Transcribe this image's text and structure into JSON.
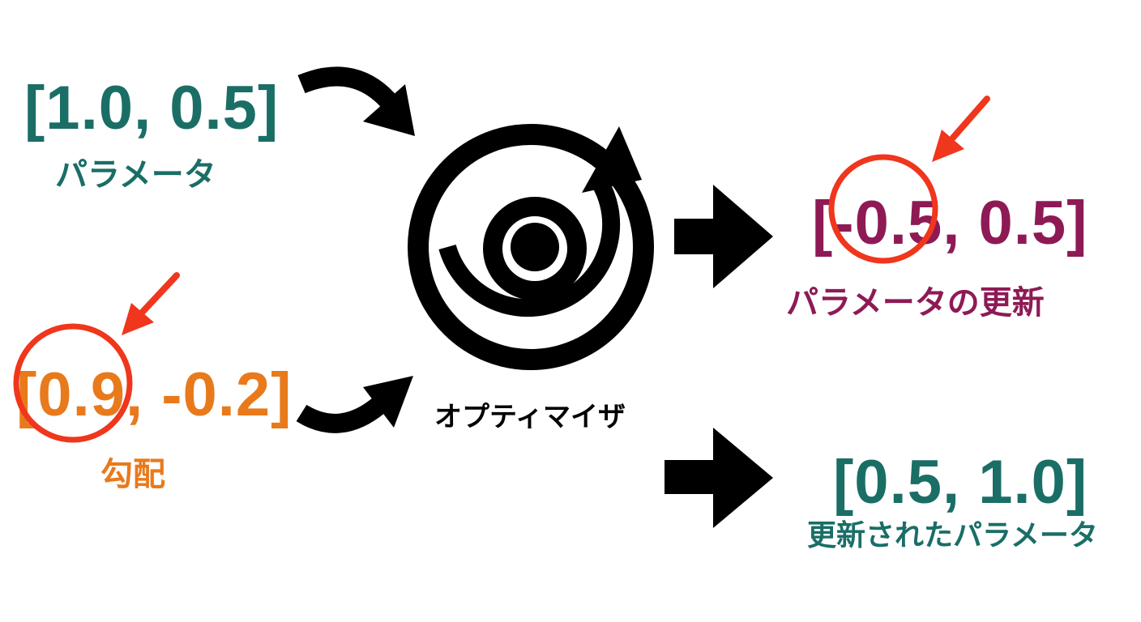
{
  "colors": {
    "teal": "#1a6e66",
    "orange": "#e87a1c",
    "magenta": "#8e1a55",
    "red": "#f0361c",
    "black": "#000000",
    "background": "#ffffff"
  },
  "parameters": {
    "vector": "[1.0, 0.5]",
    "caption": "パラメータ"
  },
  "gradient": {
    "vector": "[0.9, -0.2]",
    "caption": "勾配"
  },
  "optimizer": {
    "caption": "オプティマイザ",
    "icon": "spiral-target-icon"
  },
  "update": {
    "vector": "[-0.5, 0.5]",
    "caption": "パラメータの更新"
  },
  "updated_parameters": {
    "vector": "[0.5, 1.0]",
    "caption": "更新されたパラメータ"
  }
}
